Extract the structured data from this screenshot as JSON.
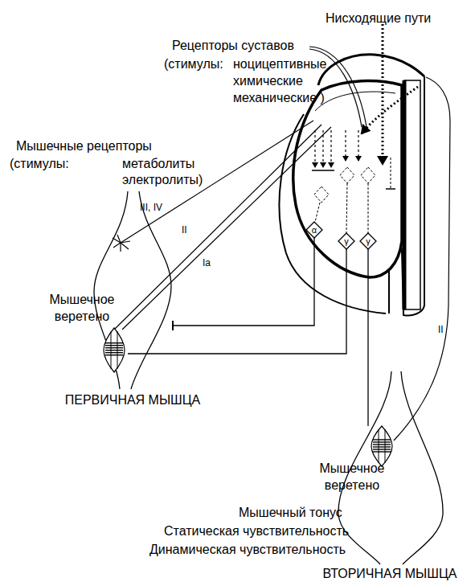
{
  "diagram": {
    "nodes": [
      {
        "text": [
          "α"
        ]
      },
      {
        "text": [
          "γ"
        ]
      },
      {
        "text": [
          "γ"
        ]
      },
      {
        "text": [
          "ПЕРВИЧНАЯ МЫШЦА"
        ]
      },
      {
        "text": [
          "Мышечное веретено"
        ],
        "in": 3
      },
      {
        "text": [
          "ВТОРИЧНАЯ МЫШЦА"
        ]
      },
      {
        "text": [
          "Мышечное веретено"
        ],
        "in": 5
      }
    ],
    "edges": [
      {
        "from": 0,
        "to": 3,
        "arrow": "none"
      },
      {
        "from": 1,
        "to": 4,
        "arrow": "none"
      },
      {
        "from": 2,
        "to": 6,
        "arrow": "none"
      }
    ],
    "labels": [
      "Нисходящие пути",
      "Рецепторы суставов",
      "(стимулы:",
      "ноцицептивные",
      "химические",
      "механические )",
      "Мышечные рецепторы",
      "(стимулы:",
      "метаболиты",
      "электролиты)",
      "III, IV",
      "II",
      "Ia",
      "II",
      "Мышечный тонус",
      "Статическая чувствительность",
      "Динамическая чувствительность"
    ]
  }
}
